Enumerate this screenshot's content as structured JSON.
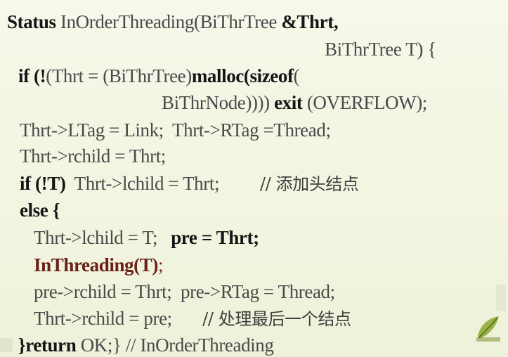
{
  "colors": {
    "background": "#f3f6e4",
    "keyword": "#151515",
    "normal": "#4a4a4a",
    "highlight": "#6b2015",
    "comment": "#3f3f3f"
  },
  "code": {
    "l0": {
      "s1": "Status",
      "s2": " InOrderThreading(BiThrTree ",
      "s3": "&Thrt,"
    },
    "l1": {
      "s1": "BiThrTree T) {"
    },
    "l2": {
      "s1": "if",
      "s2": " (!",
      "s3": "(Thrt = (BiThrTree)",
      "s4": "malloc",
      "s5": "(",
      "s6": "sizeof",
      "s7": "("
    },
    "l3": {
      "s1": "BiThrNode)))) ",
      "s2": "exit",
      "s3": " (OVERFLOW);"
    },
    "l4": {
      "s1": "Thrt->LTag = Link;  Thrt->RTag =Thread;"
    },
    "l5": {
      "s1": "Thrt->rchild = Thrt;"
    },
    "l6": {
      "s1": "if",
      "s2": " (!T)",
      "s3": "  Thrt->lchild = Thrt;",
      "s4": "        // 添加头结点"
    },
    "l7": {
      "s1": "else",
      "s2": " {"
    },
    "l8": {
      "s1": "Thrt->lchild = T;   ",
      "s2": "pre = Thrt;"
    },
    "l9": {
      "s1": "InThreading(T)",
      "s2": ";"
    },
    "l10": {
      "s1": "pre->rchild = Thrt;  pre->RTag = Thread;"
    },
    "l11": {
      "s1": "Thrt->rchild = pre;",
      "s2": "      // 处理最后一个结点"
    },
    "l12": {
      "s1": "}",
      "s2": "return",
      "s3": " OK;}",
      "s4": " // InOrderThreading"
    }
  },
  "icons": {
    "decor": "leaf-icon"
  }
}
